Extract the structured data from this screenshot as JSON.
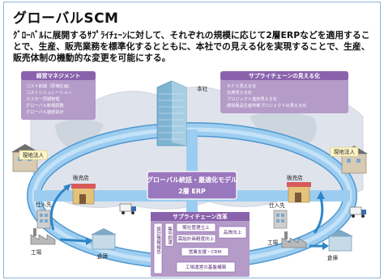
{
  "title": "グローバルSCM",
  "description": "ｸﾞﾛｰﾊﾞﾙに展開するｻﾌﾟﾗｲﾁｪｰﾝに対して、それぞれの規模に応じて2層ERPなどを適用することで、生産、販売業務を標準化するとともに、本社での見える化を実現することで、生産、販売体制の機動的な変更を可能にする。",
  "left_panel": {
    "title": "経営マネジメント",
    "items": [
      "コスト削減（原価企画）",
      "コストシミュレーション",
      "マスター同期管理",
      "グローバル新規調整",
      "グローバル連結会計"
    ]
  },
  "right_panel": {
    "title": "サプライチェーンの見える化",
    "items": [
      "ＫＰＩ見える化",
      "在庫見える化",
      "プロジェクト進捗見える化",
      "期別製品生産判断プロジェクトの見える化"
    ]
  },
  "hq_label": "本社",
  "center_box": {
    "line1": "グローバル統括・最適化モデル",
    "line2": "2層 ERP"
  },
  "left_nodes": {
    "subsidiary": "現地法人",
    "store": "販売店",
    "supplier": "仕入先",
    "factory": "工場",
    "warehouse": "倉庫"
  },
  "right_nodes": {
    "subsidiary": "現地法人",
    "store": "販売店",
    "supplier": "仕入先",
    "factory": "工場",
    "warehouse": "倉庫"
  },
  "supply_chain_panel": {
    "title": "サプライチェーン改革",
    "vertical_1": "設計情報報告",
    "vertical_2": "集中調達",
    "box_1": "販社管理立上",
    "box_2": "品質向上",
    "box_3": "需給計画精度向上",
    "box_4": "営業支援・CRM",
    "box_5": "工場運営の基盤構築"
  },
  "colors": {
    "panel_fill": "#b49bc8",
    "panel_dark": "#7d4f9e",
    "ring_blue": "#8cc4ea",
    "ring_border": "#4f97cf",
    "map_bg": "#d7dde6",
    "building": "#7fb3d2",
    "arrow": "#2e86c9"
  }
}
